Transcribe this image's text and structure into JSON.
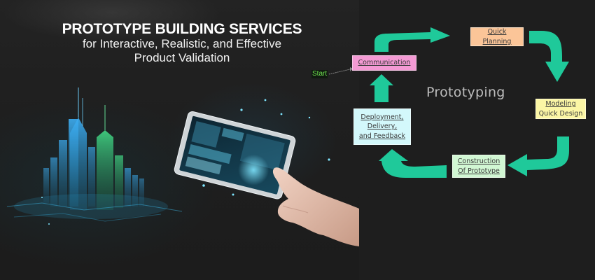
{
  "hero": {
    "title": "PROTOTYPE BUILDING SERVICES",
    "subtitle_line1": "for Interactive, Realistic, and Effective",
    "subtitle_line2": "Product Validation",
    "illustration": "holographic-city-and-tablet-touch"
  },
  "diagram": {
    "center_label": "Prototyping",
    "start_label": "Start",
    "accent_color": "#1fc99a",
    "steps": [
      {
        "id": "communication",
        "lines": [
          "Communication"
        ],
        "color": "#f49ad4"
      },
      {
        "id": "quick-planning",
        "lines": [
          "Quick",
          "Planning"
        ],
        "color": "#fbc598"
      },
      {
        "id": "modeling",
        "lines": [
          "Modeling",
          "Quick Design"
        ],
        "color": "#fbf6a5"
      },
      {
        "id": "construction",
        "lines": [
          "Construction",
          "Of Prototype"
        ],
        "color": "#d1f7d3"
      },
      {
        "id": "deployment",
        "lines": [
          "Deployment,",
          "Delivery,",
          "and Feedback"
        ],
        "color": "#d3f8fb"
      }
    ]
  }
}
